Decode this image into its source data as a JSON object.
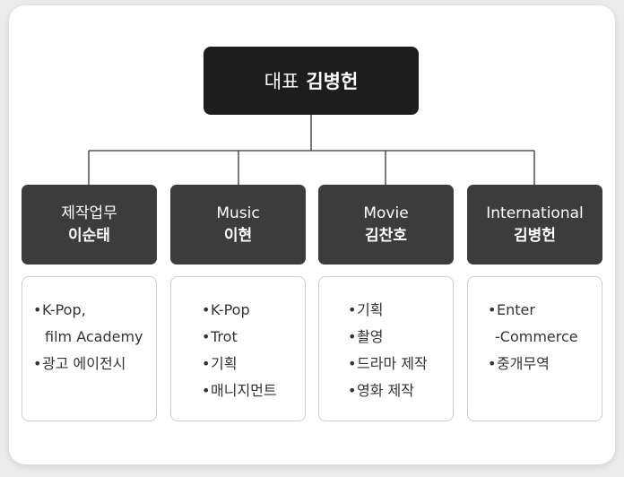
{
  "ceo": {
    "role": "대표",
    "name": "김병헌"
  },
  "departments": [
    {
      "title": "제작업무",
      "name": "이순태",
      "items": [
        {
          "lines": [
            "K-Pop,",
            "film Academy"
          ]
        },
        {
          "lines": [
            "광고 에이전시"
          ]
        }
      ]
    },
    {
      "title": "Music",
      "name": "이현",
      "items": [
        {
          "lines": [
            "K-Pop"
          ]
        },
        {
          "lines": [
            "Trot"
          ]
        },
        {
          "lines": [
            "기획"
          ]
        },
        {
          "lines": [
            "매니지먼트"
          ]
        }
      ]
    },
    {
      "title": "Movie",
      "name": "김찬호",
      "items": [
        {
          "lines": [
            "기획"
          ]
        },
        {
          "lines": [
            "촬영"
          ]
        },
        {
          "lines": [
            "드라마 제작"
          ]
        },
        {
          "lines": [
            "영화 제작"
          ]
        }
      ]
    },
    {
      "title": "International",
      "name": "김병헌",
      "items": [
        {
          "lines": [
            "Enter",
            "-Commerce"
          ]
        },
        {
          "lines": [
            "중개무역"
          ]
        }
      ]
    }
  ],
  "colors": {
    "ceo_bg": "#1d1d1d",
    "dept_bg": "#3c3c3c",
    "line": "#333333",
    "detail_border": "#cfcfcf"
  }
}
